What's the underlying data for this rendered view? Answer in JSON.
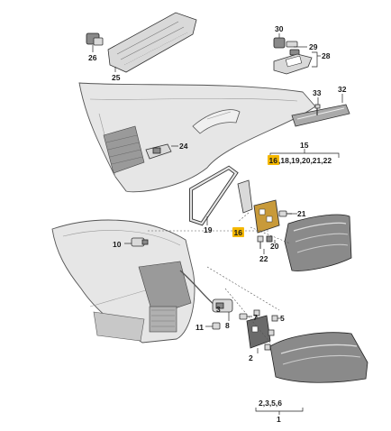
{
  "callouts": {
    "c1": "1",
    "c2": "2",
    "c2356": "2,3,5,6",
    "c3": "3",
    "c5": "5",
    "c7": "7",
    "c8": "8",
    "c10": "10",
    "c11": "11",
    "c15": "15",
    "c16a": "16",
    "c16b": "16",
    "c18to22": ",18,19,20,21,22",
    "c19": "19",
    "c20": "20",
    "c21": "21",
    "c22": "22",
    "c24": "24",
    "c25": "25",
    "c26": "26",
    "c28": "28",
    "c29": "29",
    "c30": "30",
    "c32": "32",
    "c33": "33"
  },
  "highlight_color": "#f5b800"
}
